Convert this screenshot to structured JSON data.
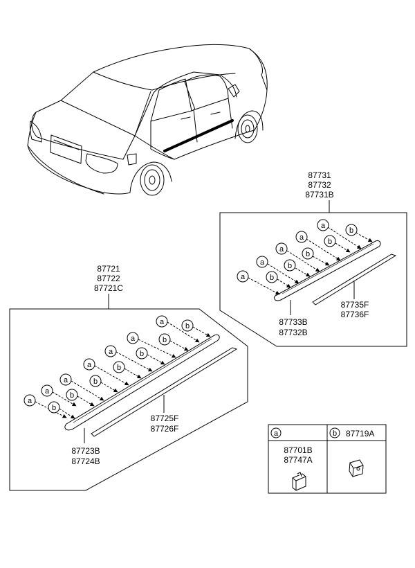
{
  "upper_group": {
    "header_codes": [
      "87731",
      "87732",
      "87731B"
    ],
    "molding_codes": [
      "87733B",
      "87732B"
    ],
    "strip_codes": [
      "87735F",
      "87736F"
    ]
  },
  "lower_group": {
    "header_codes": [
      "87721",
      "87722",
      "87721C"
    ],
    "molding_codes": [
      "87723B",
      "87724B"
    ],
    "strip_codes": [
      "87725F",
      "87726F"
    ]
  },
  "legend": {
    "a_letter": "a",
    "b_letter": "b",
    "b_code": "87719A",
    "a_codes": [
      "87701B",
      "87747A"
    ]
  }
}
